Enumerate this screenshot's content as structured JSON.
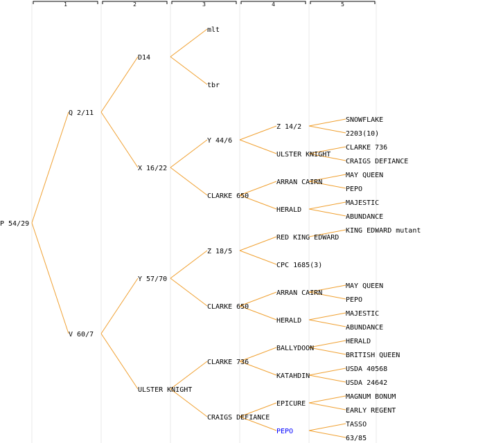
{
  "generations": [
    "1",
    "2",
    "3",
    "4",
    "5"
  ],
  "colors": {
    "link": "#f0a030",
    "highlight": "#0000ff",
    "text": "#000000"
  },
  "tree": {
    "label": "P 54/29",
    "children": [
      {
        "label": "Q 2/11",
        "children": [
          {
            "label": "D14",
            "children": [
              {
                "label": "mlt"
              },
              {
                "label": "tbr"
              }
            ]
          },
          {
            "label": "X 16/22",
            "children": [
              {
                "label": "Y 44/6",
                "children": [
                  {
                    "label": "Z 14/2",
                    "children": [
                      {
                        "label": "SNOWFLAKE"
                      },
                      {
                        "label": "2203(10)"
                      }
                    ]
                  },
                  {
                    "label": "ULSTER KNIGHT",
                    "children": [
                      {
                        "label": "CLARKE 736"
                      },
                      {
                        "label": "CRAIGS DEFIANCE"
                      }
                    ]
                  }
                ]
              },
              {
                "label": "CLARKE 650",
                "children": [
                  {
                    "label": "ARRAN CAIRN",
                    "children": [
                      {
                        "label": "MAY QUEEN"
                      },
                      {
                        "label": "PEPO"
                      }
                    ]
                  },
                  {
                    "label": "HERALD",
                    "children": [
                      {
                        "label": "MAJESTIC"
                      },
                      {
                        "label": "ABUNDANCE"
                      }
                    ]
                  }
                ]
              }
            ]
          }
        ]
      },
      {
        "label": "V 60/7",
        "children": [
          {
            "label": "Y 57/70",
            "children": [
              {
                "label": "Z 18/5",
                "children": [
                  {
                    "label": "RED KING EDWARD",
                    "children": [
                      {
                        "label": "KING EDWARD mutant"
                      }
                    ]
                  },
                  {
                    "label": "CPC 1685(3)"
                  }
                ]
              },
              {
                "label": "CLARKE 650",
                "children": [
                  {
                    "label": "ARRAN CAIRN",
                    "children": [
                      {
                        "label": "MAY QUEEN"
                      },
                      {
                        "label": "PEPO"
                      }
                    ]
                  },
                  {
                    "label": "HERALD",
                    "children": [
                      {
                        "label": "MAJESTIC"
                      },
                      {
                        "label": "ABUNDANCE"
                      }
                    ]
                  }
                ]
              }
            ]
          },
          {
            "label": "ULSTER KNIGHT",
            "children": [
              {
                "label": "CLARKE 736",
                "children": [
                  {
                    "label": "BALLYDOON",
                    "children": [
                      {
                        "label": "HERALD"
                      },
                      {
                        "label": "BRITISH QUEEN"
                      }
                    ]
                  },
                  {
                    "label": "KATAHDIN",
                    "children": [
                      {
                        "label": "USDA 40568"
                      },
                      {
                        "label": "USDA 24642"
                      }
                    ]
                  }
                ]
              },
              {
                "label": "CRAIGS DEFIANCE",
                "children": [
                  {
                    "label": "EPICURE",
                    "children": [
                      {
                        "label": "MAGNUM BONUM"
                      },
                      {
                        "label": "EARLY REGENT"
                      }
                    ]
                  },
                  {
                    "label": "PEPO",
                    "highlight": true,
                    "children": [
                      {
                        "label": "TASSO"
                      },
                      {
                        "label": "63/85"
                      }
                    ]
                  }
                ]
              }
            ]
          }
        ]
      }
    ]
  }
}
